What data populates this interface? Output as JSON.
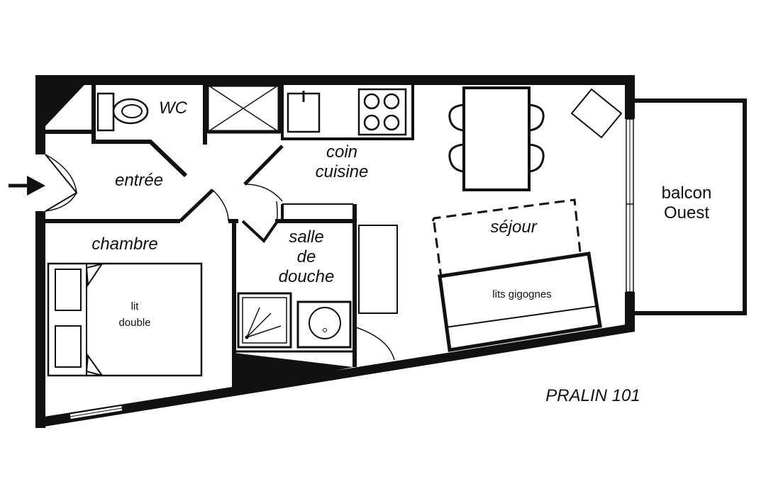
{
  "plan": {
    "title": "PRALIN 101",
    "rooms": {
      "wc": "WC",
      "entree": "entrée",
      "coin_cuisine_1": "coin",
      "coin_cuisine_2": "cuisine",
      "chambre": "chambre",
      "salle_1": "salle",
      "salle_2": "de",
      "salle_3": "douche",
      "sejour": "séjour",
      "balcon_1": "balcon",
      "balcon_2": "Ouest"
    },
    "furniture": {
      "lit_double_1": "lit",
      "lit_double_2": "double",
      "lits_gigognes": "lits gigognes"
    }
  }
}
